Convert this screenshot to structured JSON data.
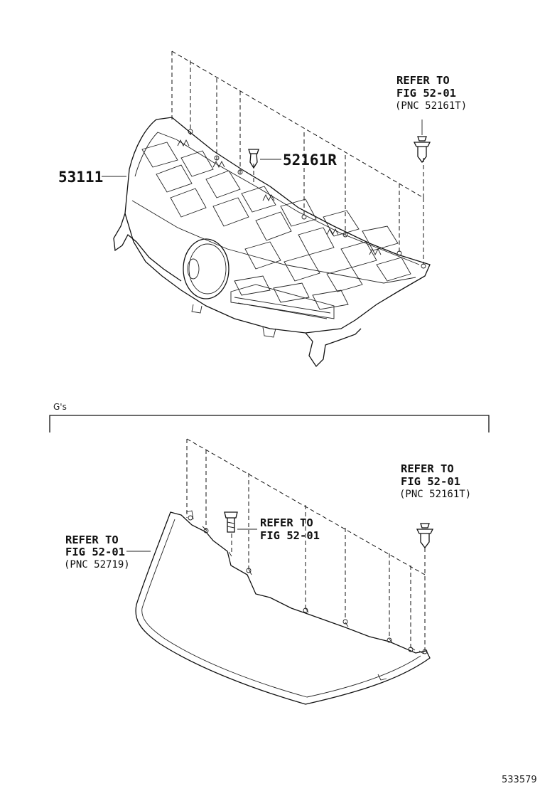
{
  "upper": {
    "part_number_grille": "53111",
    "part_number_clip": "52161R",
    "ref_clip": {
      "line1": "REFER TO",
      "line2": "FIG 52-01",
      "line3": "(PNC 52161T)"
    }
  },
  "lower": {
    "variant_label": "G's",
    "ref_clip": {
      "line1": "REFER TO",
      "line2": "FIG 52-01",
      "line3": "(PNC 52161T)"
    },
    "ref_bolt": {
      "line1": "REFER TO",
      "line2": "FIG 52-01"
    },
    "ref_panel": {
      "line1": "REFER TO",
      "line2": "FIG 52-01",
      "line3": "(PNC 52719)"
    }
  },
  "illustration_id": "533579"
}
